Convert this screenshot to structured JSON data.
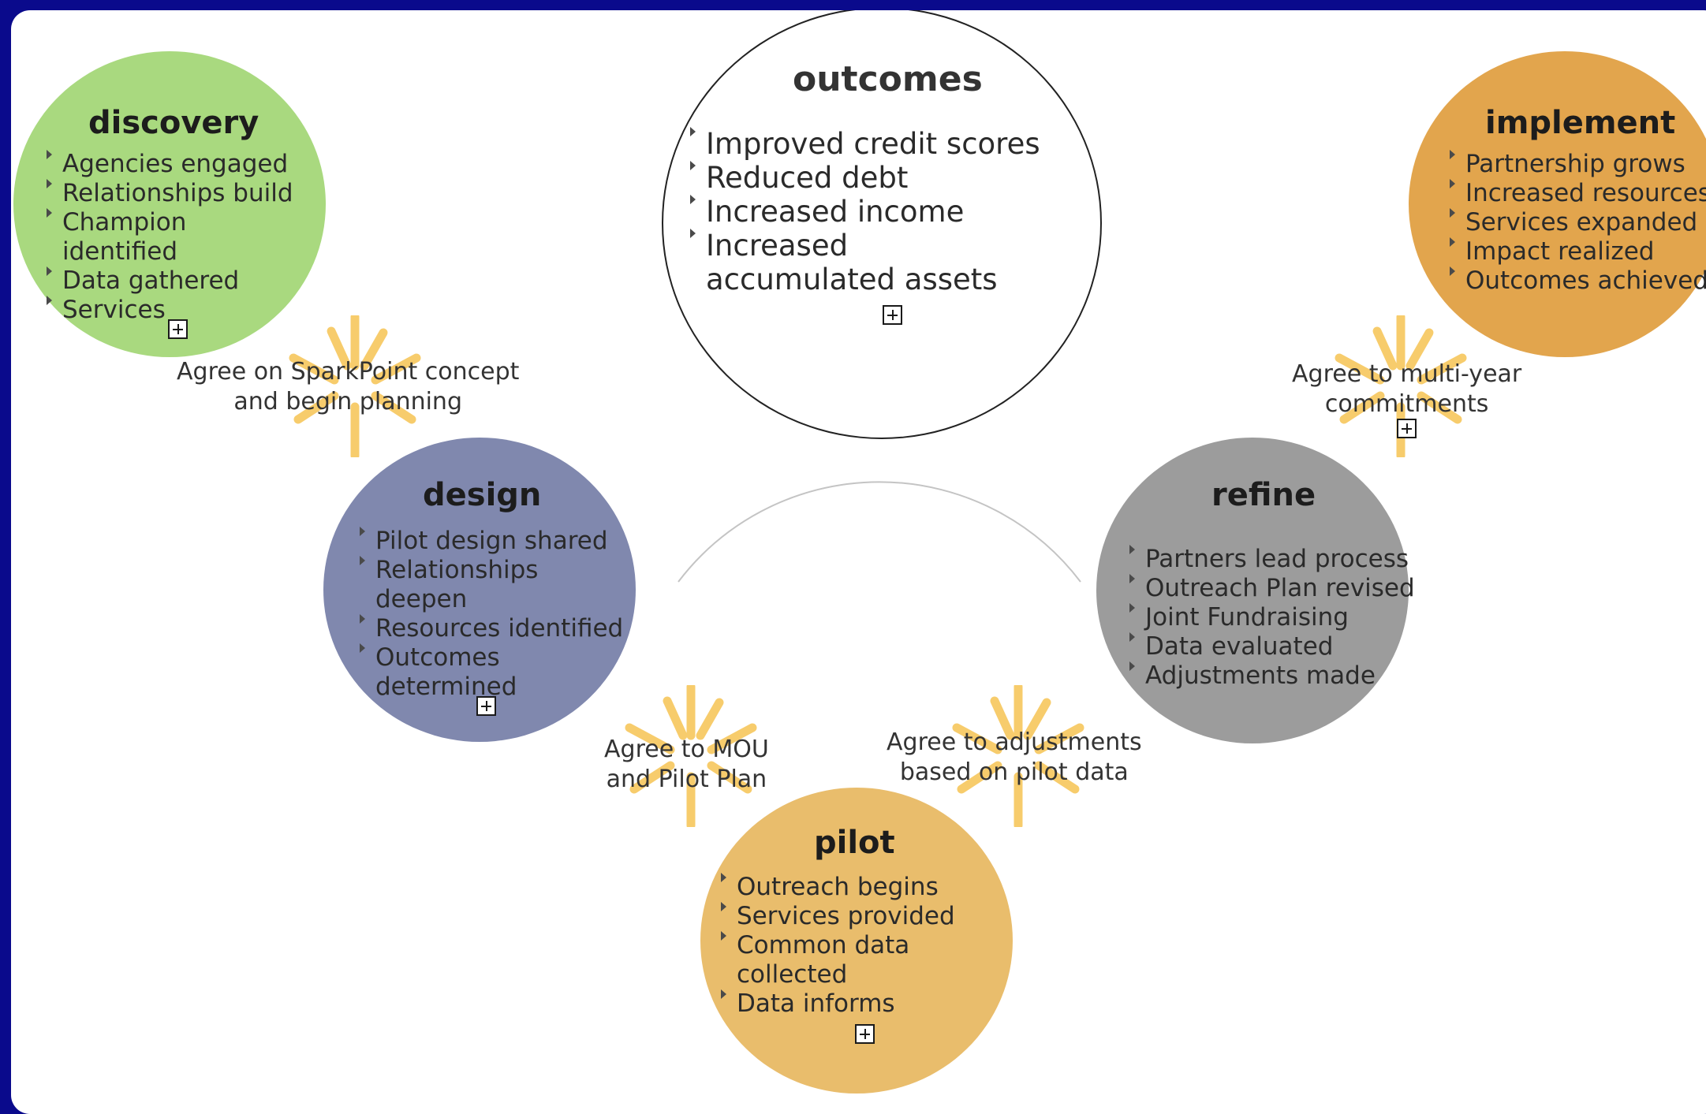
{
  "discovery": {
    "title": "discovery",
    "items": [
      "Agencies engaged",
      "Relationships build",
      "Champion identified",
      "Data gathered",
      "Services"
    ]
  },
  "outcomes": {
    "title": "outcomes",
    "items": [
      "Improved credit scores",
      "Reduced debt",
      "Increased income",
      "Increased accumulated assets"
    ]
  },
  "implement": {
    "title": "implement",
    "items": [
      "Partnership grows",
      "Increased resources",
      "Services expanded",
      "Impact realized",
      "Outcomes achieved"
    ]
  },
  "design": {
    "title": "design",
    "items": [
      "Pilot design shared",
      "Relationships deepen",
      "Resources identified",
      "Outcomes determined"
    ]
  },
  "refine": {
    "title": "refine",
    "items": [
      "Partners lead process",
      "Outreach Plan revised",
      "Joint Fundraising",
      "Data evaluated",
      "Adjustments made"
    ]
  },
  "pilot": {
    "title": "pilot",
    "items": [
      "Outreach begins",
      "Services provided",
      "Common data collected",
      "Data informs"
    ]
  },
  "agreements": {
    "sparkpoint": [
      "Agree on SparkPoint concept",
      "and begin planning"
    ],
    "multi_year": [
      "Agree to multi-year",
      "commitments"
    ],
    "mou": [
      "Agree to MOU",
      "and Pilot Plan"
    ],
    "adjustments": [
      "Agree to adjustments",
      "based on pilot data"
    ]
  },
  "colors": {
    "background": "#0a0a8c",
    "discovery": "#a9d97f",
    "implement": "#e2a54d",
    "design": "#8088ae",
    "refine": "#9c9c9c",
    "pilot": "#e9bd6c",
    "burst": "#f6c453"
  },
  "icons": [
    "expand-box-icon",
    "burst-icon"
  ]
}
